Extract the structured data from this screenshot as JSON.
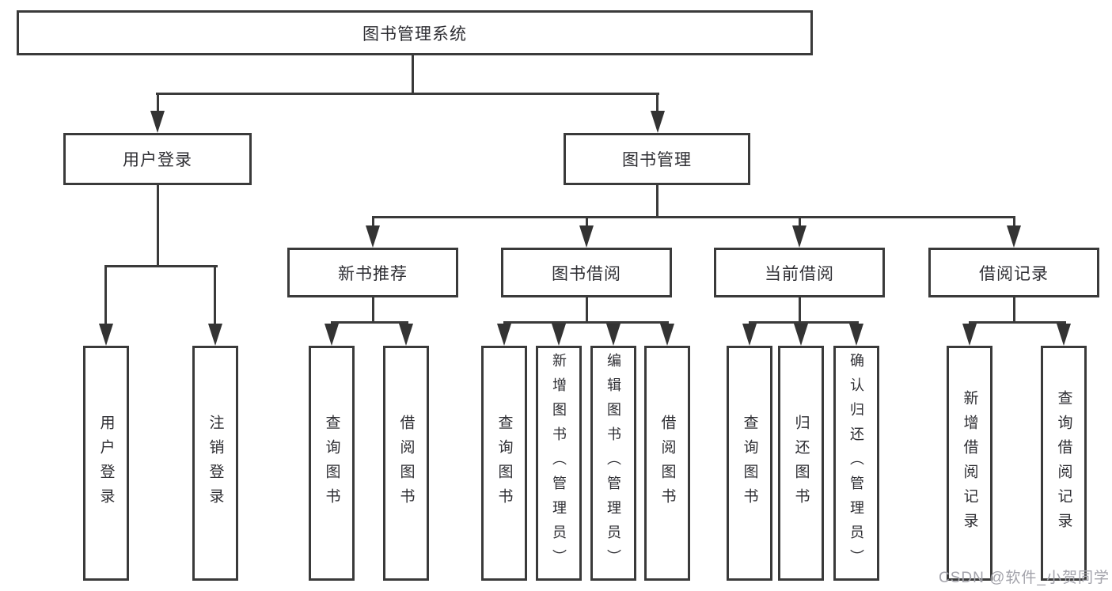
{
  "diagram": {
    "title": "图书管理系统",
    "level2": [
      {
        "label": "用户登录",
        "children": [
          "用户登录",
          "注销登录"
        ]
      },
      {
        "label": "图书管理"
      }
    ],
    "level3": [
      {
        "label": "新书推荐",
        "children": [
          "查询图书",
          "借阅图书"
        ]
      },
      {
        "label": "图书借阅",
        "children": [
          "查询图书",
          "新增图书（管理员）",
          "编辑图书（管理员）",
          "借阅图书"
        ]
      },
      {
        "label": "当前借阅",
        "children": [
          "查询图书",
          "归还图书",
          "确认归还（管理员）"
        ]
      },
      {
        "label": "借阅记录",
        "children": [
          "新增借阅记录",
          "查询借阅记录"
        ]
      }
    ],
    "watermark": "CSDN @软件_小贺同学",
    "colors": {
      "line": "#3a3a3a",
      "text": "#2e2e33",
      "watermark": "#a3a3ab",
      "background": "#ffffff"
    }
  }
}
